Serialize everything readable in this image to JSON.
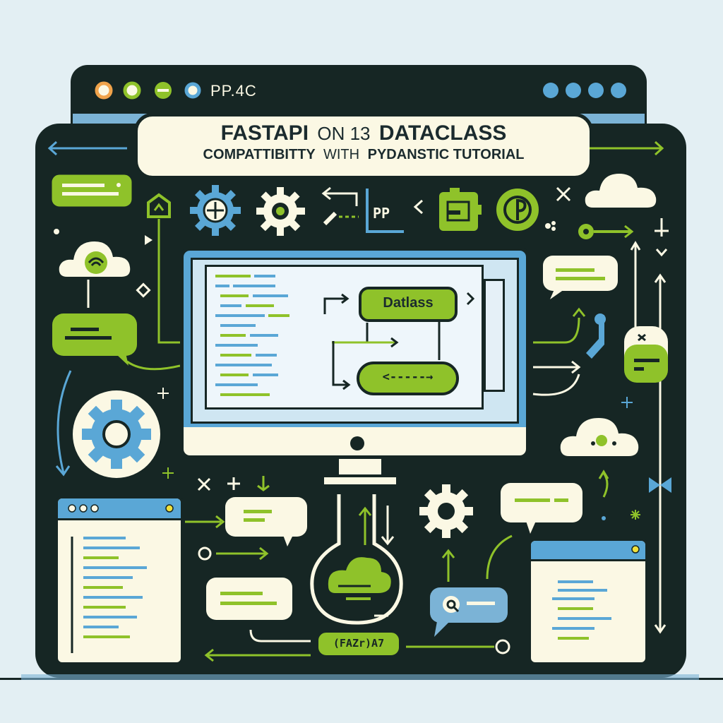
{
  "colors": {
    "background": "#e3eff3",
    "frame": "#162624",
    "lime": "#8fc22a",
    "blue": "#5aa7d6",
    "cream": "#fbf8e4"
  },
  "window": {
    "tab_label": "PP.4C",
    "control_dots": [
      "orange-dot",
      "green-dot",
      "green-dot",
      "blue-dot"
    ],
    "right_dots_count": 4
  },
  "banner": {
    "line1_left": "FASTAPI",
    "line1_mid": "ON 13",
    "line1_right": "DATACLASS",
    "line2_left": "COMPATTIBITTY",
    "line2_mid": "WITH",
    "line2_right": "PYDANSTIC TUTORIAL"
  },
  "toolbar": {
    "pp_label": "PP"
  },
  "monitor": {
    "diagram_box_label": "Datlass",
    "diagram_pill_label": "<-----→"
  },
  "bottom": {
    "flask_tag_label": "(FAZr)A7"
  },
  "icons": [
    "gear-icon",
    "cloud-icon",
    "key-icon",
    "search-icon",
    "flask-icon",
    "wrench-icon",
    "puzzle-icon",
    "arrow-icon",
    "close-icon",
    "sparkle-icon"
  ]
}
